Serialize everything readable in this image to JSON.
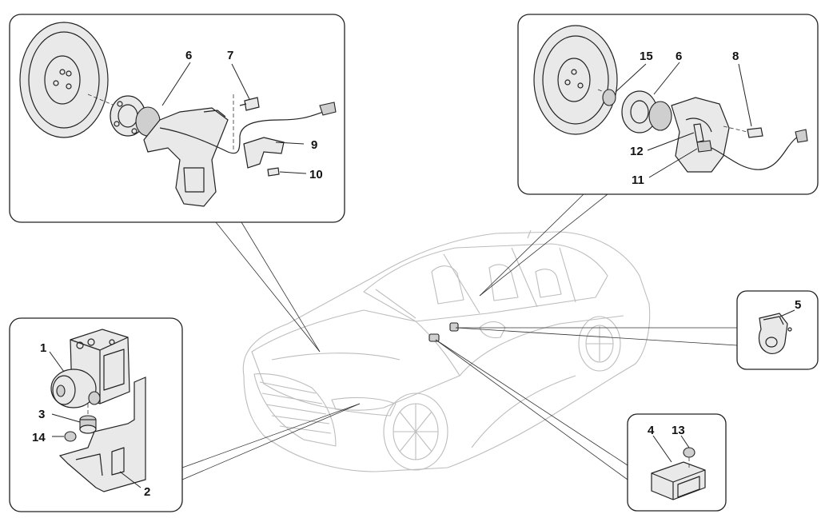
{
  "diagram": {
    "callouts": {
      "c1": "1",
      "c2": "2",
      "c3": "3",
      "c4": "4",
      "c5": "5",
      "c6a": "6",
      "c6b": "6",
      "c7": "7",
      "c8": "8",
      "c9": "9",
      "c10": "10",
      "c11": "11",
      "c12": "12",
      "c13": "13",
      "c14": "14",
      "c15": "15"
    },
    "panels": [
      "front-wheel-sensor",
      "rear-wheel-sensor",
      "abs-unit",
      "yaw-sensor",
      "steering-sensor"
    ],
    "colors": {
      "line": "#222222",
      "car_outline": "#bdbdbd",
      "background": "#ffffff"
    }
  }
}
